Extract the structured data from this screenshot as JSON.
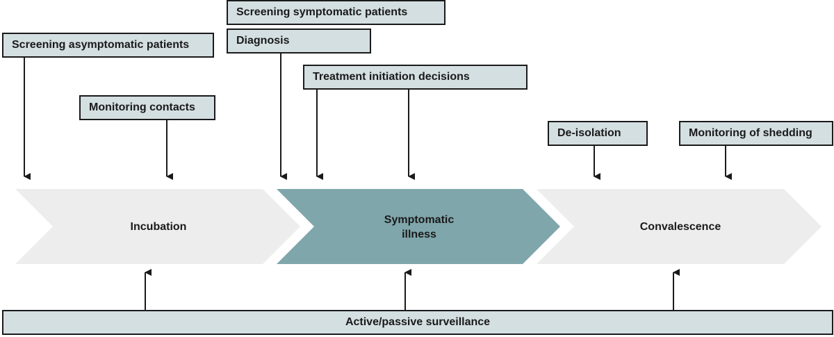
{
  "boxes": {
    "screening_asymptomatic": "Screening asymptomatic patients",
    "screening_symptomatic": "Screening symptomatic patients",
    "diagnosis": "Diagnosis",
    "treatment_initiation": "Treatment initiation decisions",
    "monitoring_contacts": "Monitoring contacts",
    "de_isolation": "De-isolation",
    "monitoring_shedding": "Monitoring of shedding",
    "surveillance": "Active/passive surveillance"
  },
  "stages": {
    "incubation": "Incubation",
    "symptomatic_line1": "Symptomatic",
    "symptomatic_line2": "illness",
    "convalescence": "Convalescence"
  },
  "colors": {
    "box_fill": "#d4dfe2",
    "stage_light": "#ededee",
    "stage_active": "#7fa6ab",
    "line": "#1a1a1a"
  }
}
